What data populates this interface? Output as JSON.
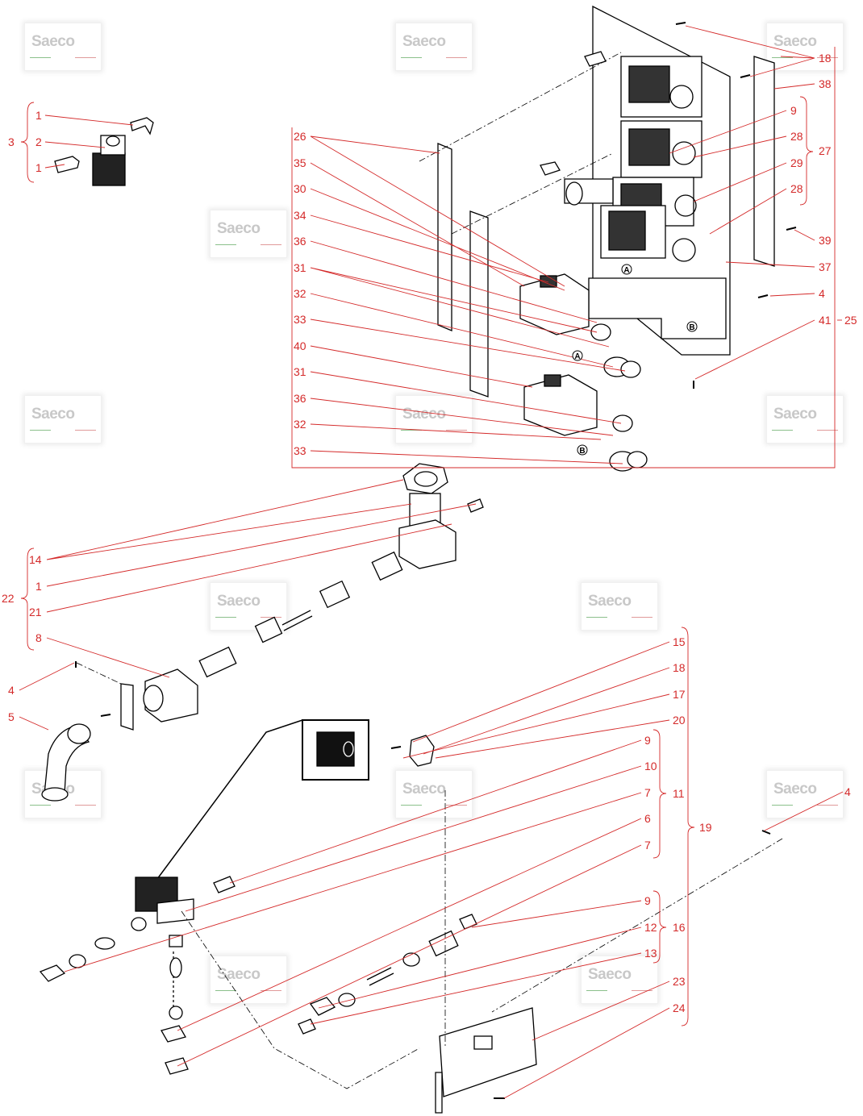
{
  "watermark": "Saeco",
  "colors": {
    "callout": "#d42a2a",
    "line": "#000000",
    "brand_green": "#8bc08b",
    "brand_red": "#e09a9a"
  },
  "labels": {
    "g3_1a": "1",
    "g3_2": "2",
    "g3_1b": "1",
    "g3_3": "3",
    "n26": "26",
    "n35": "35",
    "n30": "30",
    "n34": "34",
    "n36a": "36",
    "n31a": "31",
    "n32a": "32",
    "n33a": "33",
    "n40": "40",
    "n31b": "31",
    "n36b": "36",
    "n32b": "32",
    "n33b": "33",
    "n18a": "18",
    "n38": "38",
    "n9a": "9",
    "n28a": "28",
    "n27": "27",
    "n29": "29",
    "n28b": "28",
    "n39": "39",
    "n37": "37",
    "n4a": "4",
    "n41": "41",
    "n25": "25",
    "n14": "14",
    "n1c": "1",
    "n22": "22",
    "n21": "21",
    "n8": "8",
    "n4b": "4",
    "n5": "5",
    "n15": "15",
    "n18b": "18",
    "n17": "17",
    "n20": "20",
    "n9b": "9",
    "n10": "10",
    "n7a": "7",
    "n11": "11",
    "n19": "19",
    "n6": "6",
    "n7b": "7",
    "n9c": "9",
    "n12": "12",
    "n16": "16",
    "n13": "13",
    "n23": "23",
    "n24": "24",
    "n4c": "4",
    "markA": "A",
    "markB": "B"
  }
}
